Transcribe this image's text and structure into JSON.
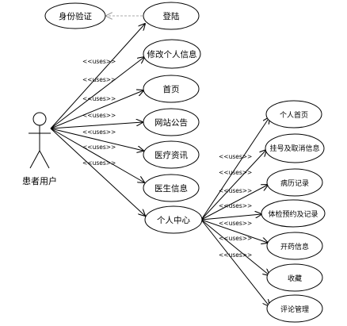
{
  "actor": {
    "name": "患者用户"
  },
  "external": {
    "identity_check": "身份验证"
  },
  "stereotype": "<<uses>>",
  "use_cases": {
    "login": "登陆",
    "edit_profile": "修改个人信息",
    "home": "首页",
    "notice": "网站公告",
    "med_info": "医疗资讯",
    "doctor_info": "医生信息",
    "personal_center": "个人中心"
  },
  "personal_center_items": {
    "personal_home": "个人首页",
    "register_cancel": "挂号及取消信息",
    "medical_record": "病历记录",
    "checkup": "体检预约及记录",
    "prescription": "开药信息",
    "favorites": "收藏",
    "comments": "评论管理"
  }
}
